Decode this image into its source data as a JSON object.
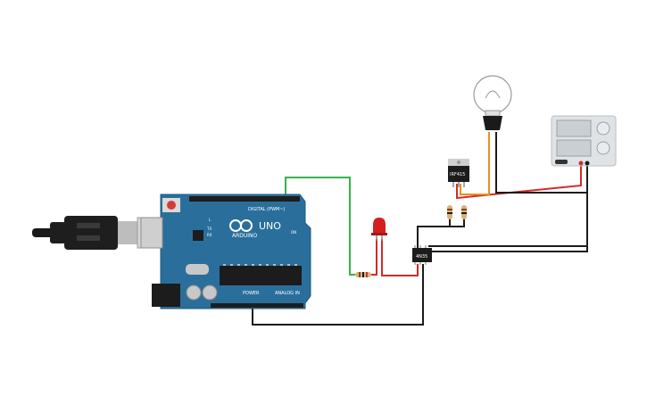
{
  "colors": {
    "board": "#2a6f9b",
    "wire_green": "#35b34a",
    "wire_red": "#d42a2a",
    "wire_black": "#1b1b1b",
    "wire_orange": "#e8911c",
    "led": "#d41f1f",
    "supply_body": "#dfe3e5",
    "bulb_base": "#1a1a1a"
  },
  "arduino": {
    "brand": "ARDUINO",
    "model": "UNO",
    "digital_label": "DIGITAL (PWM~)",
    "power_label": "POWER",
    "analog_label": "ANALOG IN",
    "tx_label": "TX",
    "rx_label": "RX",
    "l_label": "L",
    "on_label": "ON"
  },
  "components": {
    "mosfet_label": "IRF415",
    "optocoupler_label": "4N35"
  },
  "icons": {
    "usb": "usb-cable-icon",
    "bulb": "light-bulb-icon",
    "supply": "power-supply-icon",
    "led": "led-icon",
    "resistor": "resistor-icon"
  }
}
